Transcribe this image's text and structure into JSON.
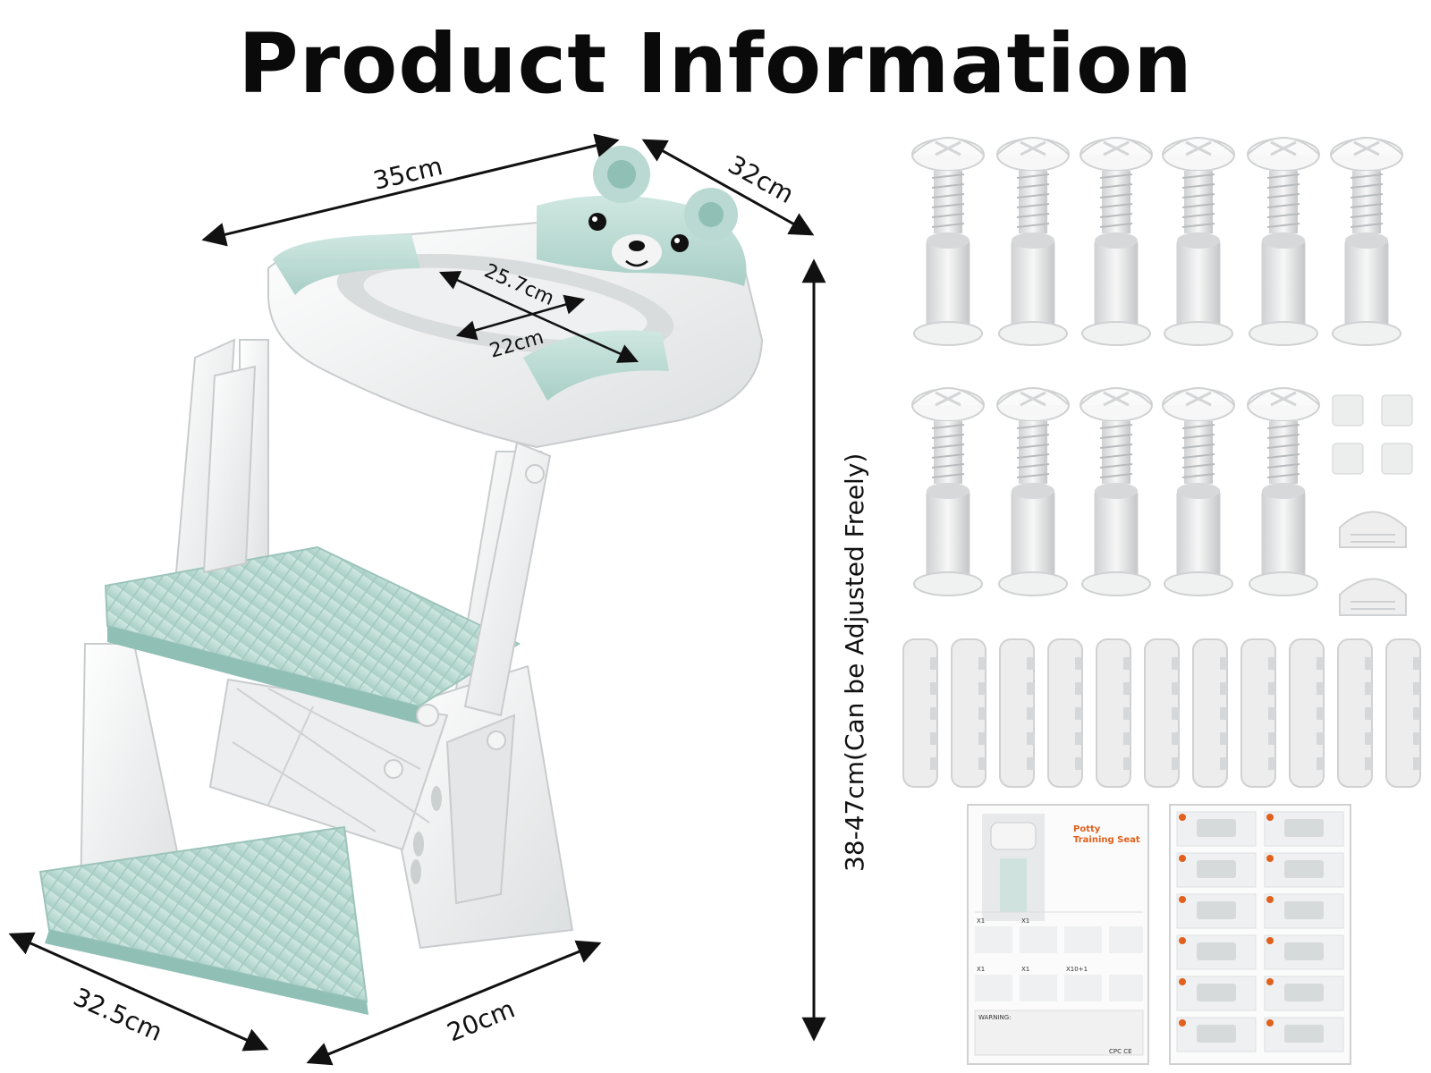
{
  "title": "Product Information",
  "dimensions": {
    "top_width": "35cm",
    "top_depth": "32cm",
    "seat_opening_length": "25.7cm",
    "seat_opening_width": "22cm",
    "height": "38-47cm(Can be Adjusted Freely)",
    "base_width": "32.5cm",
    "base_depth": "20cm"
  },
  "manual": {
    "title_line1": "Potty",
    "title_line2": "Training Seat",
    "parts_x1a": "X1",
    "parts_x1b": "X1",
    "parts_x1c": "X1",
    "parts_x1d": "X1",
    "parts_x10": "X10+1",
    "warning": "WARNING:",
    "cert": "CPC CE"
  },
  "colors": {
    "accent_mint": "#b9d9d2",
    "accent_mint_dark": "#8fbfb5",
    "body_white": "#f1f2f2",
    "shade_gray": "#d6d8d9",
    "ink": "#111111"
  },
  "icons": {
    "product": "potty-training-step-stool-image",
    "bear": "bear-face-icon",
    "screws": "screw-anchor-icon",
    "pads": "anti-slip-strip-icon",
    "manual": "instruction-manual-icon"
  }
}
